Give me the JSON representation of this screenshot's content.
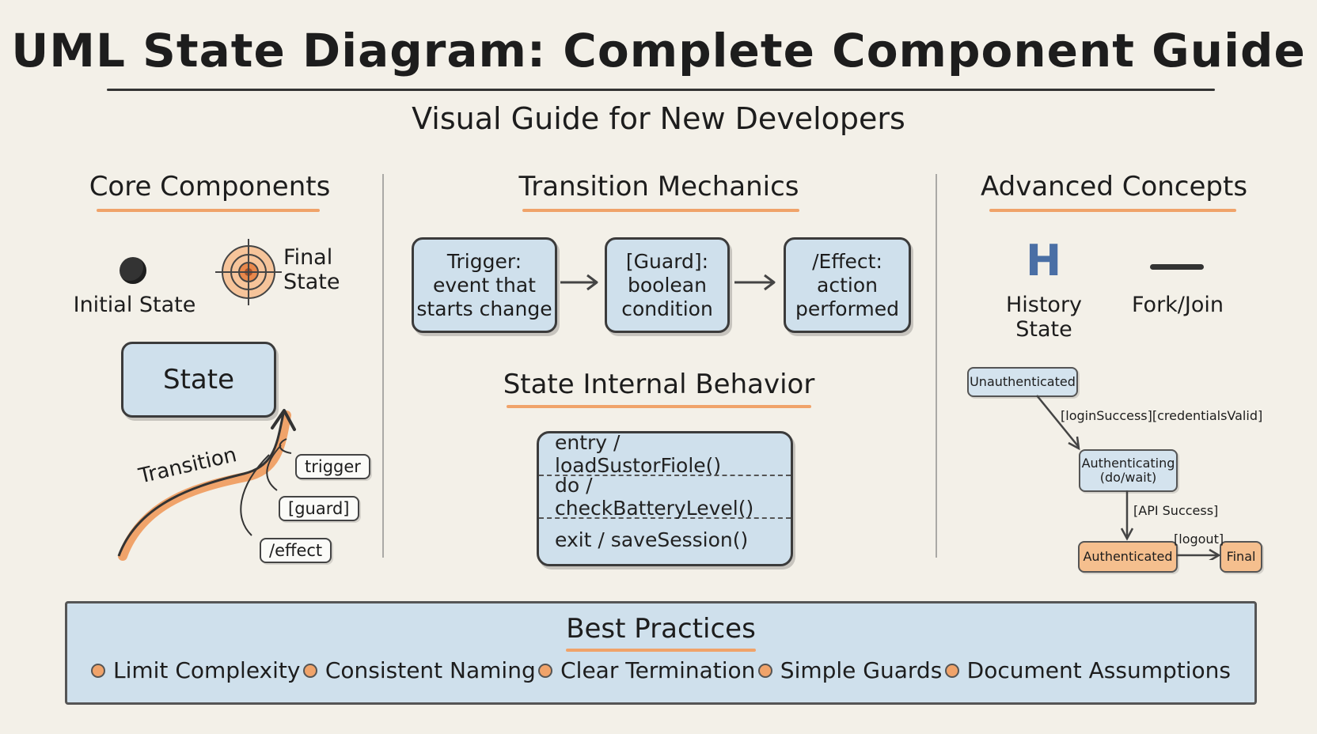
{
  "header": {
    "title": "UML State Diagram: Complete Component Guide",
    "subtitle": "Visual Guide for New Developers"
  },
  "core": {
    "title": "Core Components",
    "initial_label": "Initial State",
    "final_label": "Final State",
    "state_label": "State",
    "transition_label": "Transition",
    "trigger_tag": "trigger",
    "guard_tag": "[guard]",
    "effect_tag": "/effect"
  },
  "mechanics": {
    "title": "Transition Mechanics",
    "boxes": [
      {
        "line1": "Trigger:",
        "line2": "event that",
        "line3": "starts change"
      },
      {
        "line1": "[Guard]:",
        "line2": "boolean",
        "line3": "condition"
      },
      {
        "line1": "/Effect:",
        "line2": "action",
        "line3": "performed"
      }
    ]
  },
  "behavior": {
    "title": "State Internal Behavior",
    "entry": "entry / loadSustorFiole()",
    "do": "do / checkBatteryLevel()",
    "exit": "exit / saveSession()"
  },
  "advanced": {
    "title": "Advanced Concepts",
    "history_glyph": "H",
    "history_label": "History State",
    "fork_label": "Fork/Join",
    "states": {
      "unauth": "Unauthenticated",
      "authing_line1": "Authenticating",
      "authing_line2": "(do/wait)",
      "authed": "Authenticated",
      "final": "Final"
    },
    "transitions": {
      "login": "[loginSuccess][credentialsValid]",
      "api": "[API Success]",
      "logout": "[logout]"
    }
  },
  "best_practices": {
    "title": "Best Practices",
    "items": [
      "Limit Complexity",
      "Consistent Naming",
      "Clear Termination",
      "Simple Guards",
      "Document Assumptions"
    ]
  },
  "colors": {
    "accent": "#f0a36a",
    "state_fill": "#cfe0ec",
    "background": "#f3f0e8",
    "ink": "#1d1d1d"
  }
}
